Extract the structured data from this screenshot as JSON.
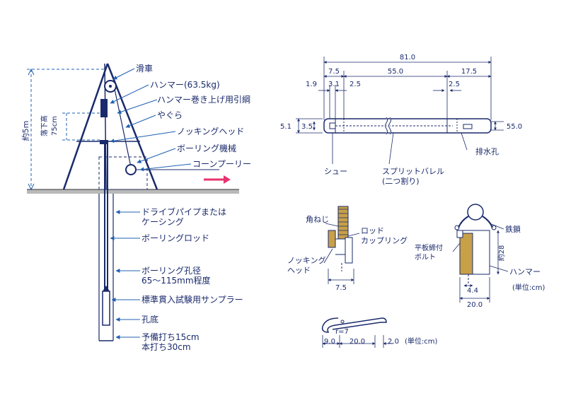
{
  "colors": {
    "ink": "#1a2a6c",
    "leader": "#2060b0",
    "arrow": "#e8336e",
    "ground": "#b0b0b0"
  },
  "rig": {
    "labels": {
      "pulley": "滑車",
      "hammer": "ハンマー(63.5kg)",
      "rope": "ハンマー巻き上げ用引綱",
      "tower": "やぐら",
      "knocking_head": "ノッキングヘッド",
      "boring_machine": "ボーリング機械",
      "cone_pulley": "コーンプーリー",
      "drive_pipe_1": "ドライブパイプまたは",
      "drive_pipe_2": "ケーシング",
      "boring_rod": "ボーリングロッド",
      "bore_diameter_1": "ボーリング孔径",
      "bore_diameter_2": "65～115mm程度",
      "sampler": "標準貫入試験用サンプラー",
      "hole_bottom": "孔底",
      "preliminary": "予備打ち15cm",
      "main_drive": "本打ち30cm"
    },
    "height_label": "約5m",
    "drop_label_1": "落下高",
    "drop_label_2": "75cm"
  },
  "sampler_dims": {
    "total": "81.0",
    "d_7_5": "7.5",
    "d_55_0": "55.0",
    "d_17_5": "17.5",
    "d_1_9": "1.9",
    "d_3_1": "3.1",
    "d_2_5a": "2.5",
    "d_2_5b": "2.5",
    "d_5_1": "5.1",
    "d_3_5": "3.5",
    "d_55_0_r": "55.0",
    "shoe": "シュー",
    "split_barrel_1": "スプリットバレル",
    "split_barrel_2": "(二つ割り)",
    "drain_hole": "排水孔"
  },
  "knocking_head_detail": {
    "square_screw": "角ねじ",
    "rod_coupling_1": "ロッド",
    "rod_coupling_2": "カップリング",
    "knocking_head_1": "ノッキング",
    "knocking_head_2": "ヘッド",
    "width": "7.5"
  },
  "hammer_detail": {
    "chain": "鉄鎖",
    "bolt_1": "平板締付",
    "bolt_2": "ボルト",
    "height": "約28",
    "hammer": "ハンマー",
    "d_4_4": "4.4",
    "d_20_0": "20.0",
    "unit": "(単位:cm)"
  },
  "hook_detail": {
    "radius": "r=7",
    "d_9_0": "9.0",
    "d_20_0": "20.0",
    "d_2_0": "2.0",
    "unit": "(単位:cm)"
  }
}
